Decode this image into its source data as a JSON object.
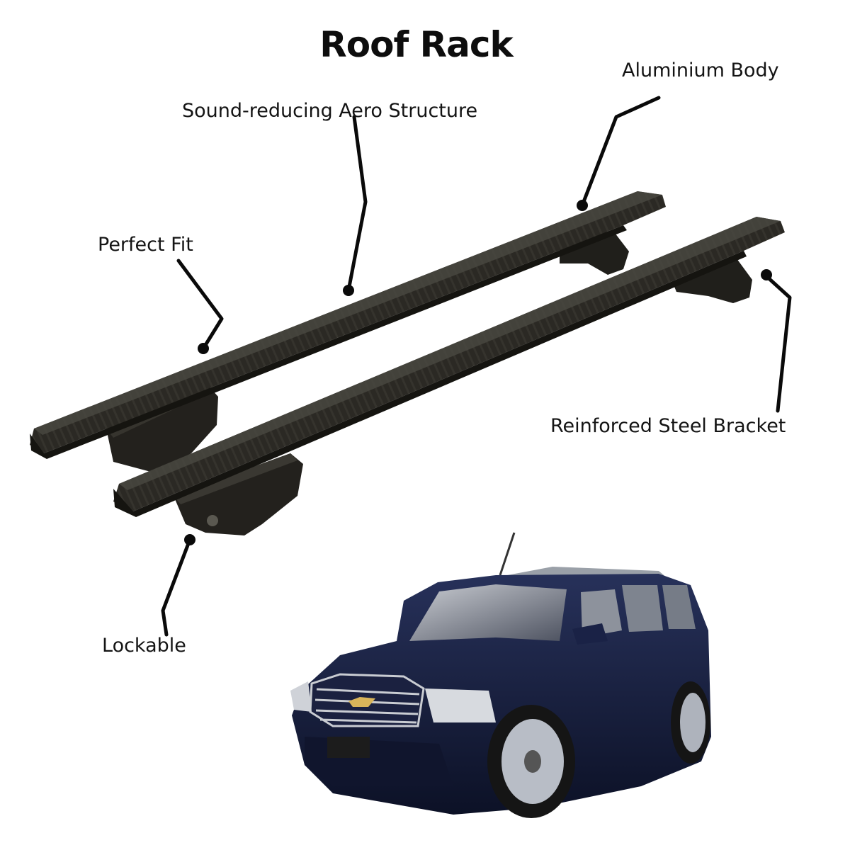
{
  "title": "Roof Rack",
  "callouts": {
    "aluminium_body": "Aluminium Body",
    "aero_structure": "Sound-reducing Aero Structure",
    "perfect_fit": "Perfect Fit",
    "steel_bracket": "Reinforced Steel Bracket",
    "lockable": "Lockable"
  },
  "colors": {
    "bar": "#2a2823",
    "car_body": "#151c38",
    "leader_line": "#0a0a0a",
    "background": "#ffffff"
  }
}
